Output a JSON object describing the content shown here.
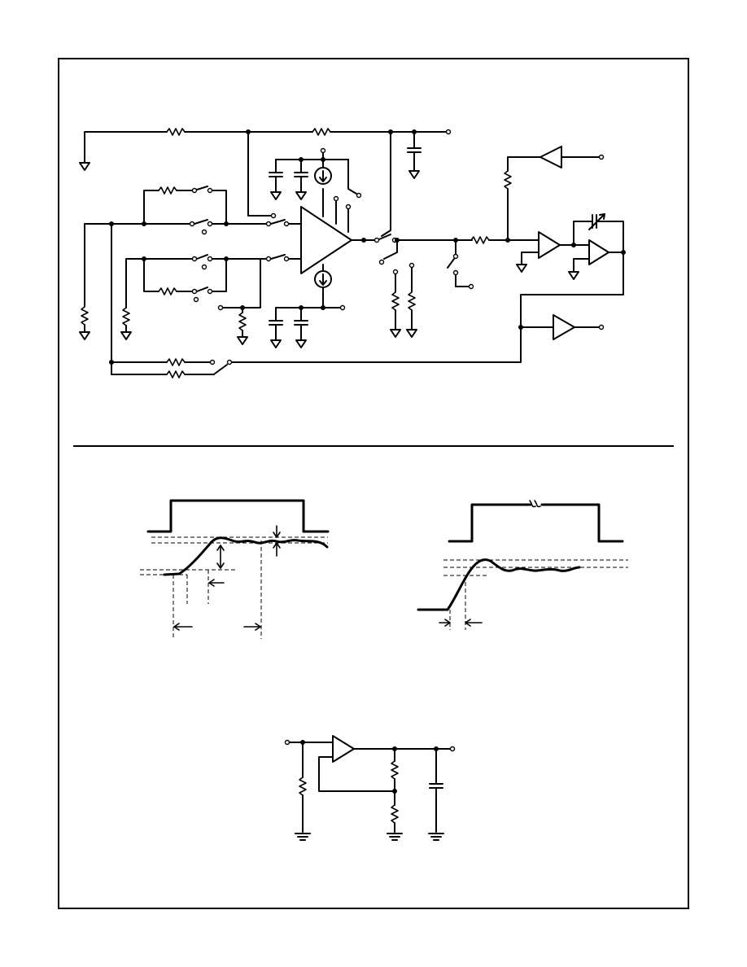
{
  "page": {
    "background": "#ffffff",
    "ink": "#000000"
  },
  "figures": [
    {
      "name": "sample-and-hold-schematic",
      "labels": []
    },
    {
      "name": "acquisition-and-settling-waveforms",
      "labels": []
    },
    {
      "name": "unity-gain-buffer-schematic",
      "labels": []
    }
  ]
}
